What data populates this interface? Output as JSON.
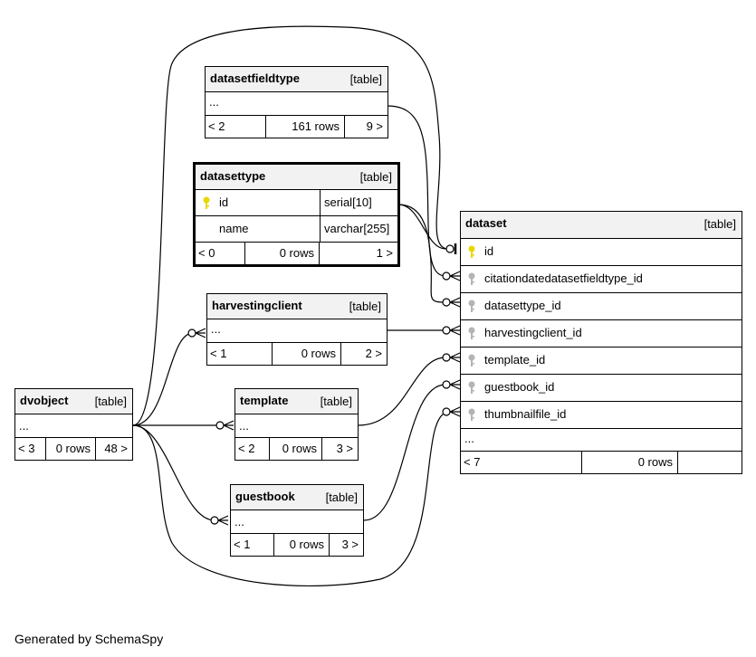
{
  "tables": {
    "datasetfieldtype": {
      "name": "datasetfieldtype",
      "type": "[table]",
      "row": "...",
      "footer": [
        "< 2",
        "161 rows",
        "9 >"
      ]
    },
    "datasettype": {
      "name": "datasettype",
      "type": "[table]",
      "columns": [
        {
          "name": "id",
          "dtype": "serial[10]",
          "key": "primary"
        },
        {
          "name": "name",
          "dtype": "varchar[255]",
          "key": "none"
        }
      ],
      "footer": [
        "< 0",
        "0 rows",
        "1 >"
      ]
    },
    "harvestingclient": {
      "name": "harvestingclient",
      "type": "[table]",
      "row": "...",
      "footer": [
        "< 1",
        "0 rows",
        "2 >"
      ]
    },
    "template": {
      "name": "template",
      "type": "[table]",
      "row": "...",
      "footer": [
        "< 2",
        "0 rows",
        "3 >"
      ]
    },
    "guestbook": {
      "name": "guestbook",
      "type": "[table]",
      "row": "...",
      "footer": [
        "< 1",
        "0 rows",
        "3 >"
      ]
    },
    "dvobject": {
      "name": "dvobject",
      "type": "[table]",
      "row": "...",
      "footer": [
        "< 3",
        "0 rows",
        "48 >"
      ]
    },
    "dataset": {
      "name": "dataset",
      "type": "[table]",
      "columns": [
        {
          "name": "id",
          "key": "primary"
        },
        {
          "name": "citationdatedatasetfieldtype_id",
          "key": "foreign"
        },
        {
          "name": "datasettype_id",
          "key": "foreign"
        },
        {
          "name": "harvestingclient_id",
          "key": "foreign"
        },
        {
          "name": "template_id",
          "key": "foreign"
        },
        {
          "name": "guestbook_id",
          "key": "foreign"
        },
        {
          "name": "thumbnailfile_id",
          "key": "foreign"
        }
      ],
      "row": "...",
      "footer": [
        "< 7",
        "0 rows",
        ""
      ]
    }
  },
  "credit": "Generated by SchemaSpy",
  "colors": {
    "primary_key": "#e8d800",
    "foreign_key": "#b4b4b4",
    "header_bg": "#f2f2f2"
  }
}
